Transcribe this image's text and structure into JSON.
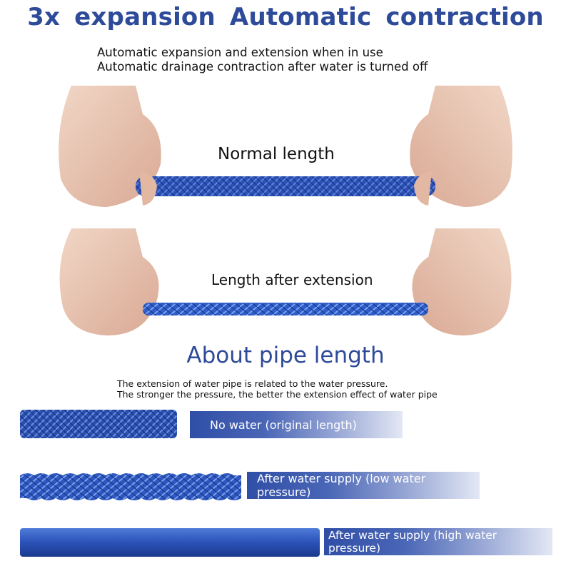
{
  "header": {
    "title": "3x expansion  Automatic contraction",
    "subtitle_line1": "Automatic expansion and extension when in use",
    "subtitle_line2": "Automatic drainage contraction after water is turned off"
  },
  "scenes": {
    "normal_label": "Normal length",
    "extended_label": "Length after extension"
  },
  "about": {
    "heading": "About pipe length",
    "note_line1": "The extension of water pipe is related to the water pressure.",
    "note_line2": "The stronger the pressure, the better the extension effect of water pipe"
  },
  "comparisons": [
    {
      "label": "No water (original length)"
    },
    {
      "label": "After water supply (low water pressure)"
    },
    {
      "label": "After water supply (high water pressure)"
    }
  ],
  "colors": {
    "heading_blue": "#2e4b9a",
    "hose_blue": "#2c52b8",
    "skin": "#e9c7b4"
  }
}
